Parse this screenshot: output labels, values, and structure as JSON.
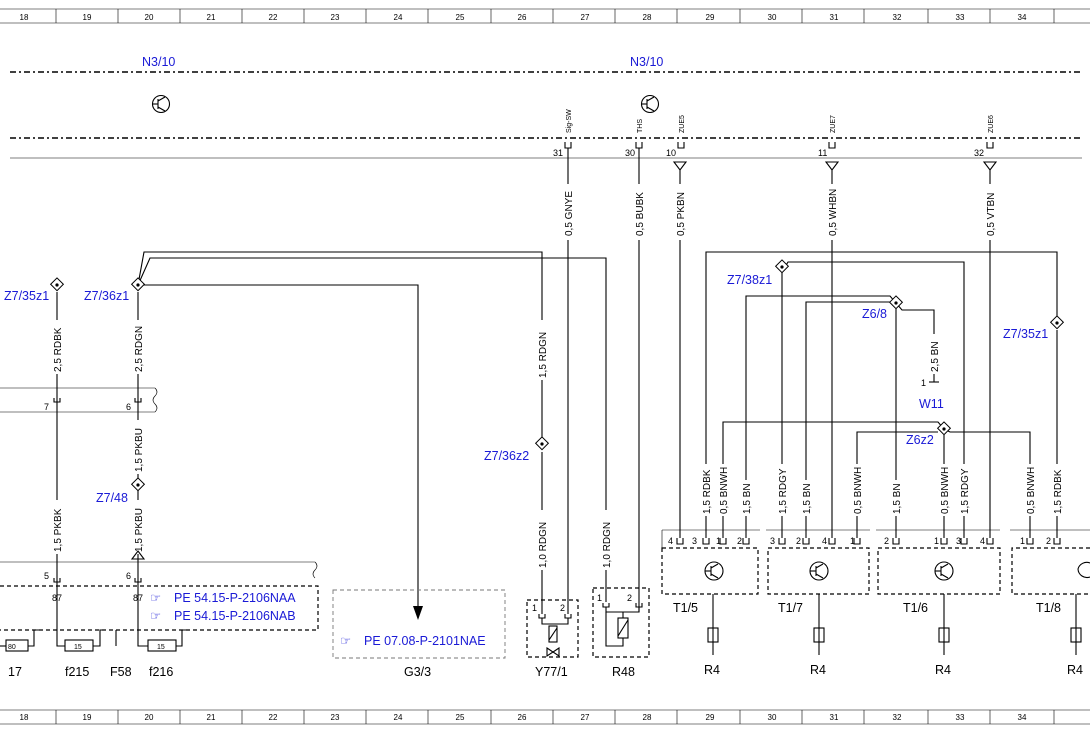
{
  "ruler": {
    "numbers": [
      "18",
      "19",
      "20",
      "21",
      "22",
      "23",
      "24",
      "25",
      "26",
      "27",
      "28",
      "29",
      "30",
      "31",
      "32",
      "33",
      "34"
    ]
  },
  "modules": {
    "left": "N3/10",
    "right": "N3/10"
  },
  "signals": {
    "sig_sw": "Sig-SW",
    "ths": "THS",
    "zue5": "ZUE5",
    "zue7": "ZUE7",
    "zue6": "ZUE6"
  },
  "pins": {
    "p31": "31",
    "p30": "30",
    "p10": "10",
    "p11": "11",
    "p32": "32"
  },
  "wires": {
    "gnye": "0,5 GNYE",
    "bubk": "0,5 BUBK",
    "pkbn": "0,5 PKBN",
    "whbn": "0,5 WHBN",
    "vtbn": "0,5 VTBN",
    "rdbk_left": "2,5 RDBK",
    "rdgn_left": "2,5 RDGN",
    "pkbk": "1,5 PKBK",
    "pkbu_a": "1,5 PKBU",
    "pkbu_b": "1,5 PKBU",
    "rdgn_15": "1,5 RDGN",
    "rdgn_10a": "1,0 RDGN",
    "rdgn_10b": "1,0 RDGN",
    "bn_w11": "2,5 BN",
    "t15_rdbk": "1,5 RDBK",
    "t15_bnwh": "0,5 BNWH",
    "t15_bn": "1,5 BN",
    "t17_rdgy": "1,5 RDGY",
    "t17_bn": "1,5 BN",
    "t17_bnwh": "0,5 BNWH",
    "t16_bn": "1,5 BN",
    "t16_bnwh": "0,5 BNWH",
    "t16_rdgy": "1,5 RDGY",
    "t18_bnwh": "0,5 BNWH",
    "t18_rdbk": "1,5 RDBK"
  },
  "splices": {
    "z7_35z1_left": "Z7/35z1",
    "z7_36z1": "Z7/36z1",
    "z7_48": "Z7/48",
    "z7_36z2": "Z7/36z2",
    "z7_38z1": "Z7/38z1",
    "z6_8": "Z6/8",
    "z7_35z1_right": "Z7/35z1",
    "z6z2": "Z6z2"
  },
  "connector": {
    "pin7": "7",
    "pin6": "6",
    "pin5": "5",
    "pin6b": "6",
    "p87a": "87",
    "p87b": "87"
  },
  "references": {
    "ref_a": "PE 54.15-P-2106NAA",
    "ref_b": "PE 54.15-P-2106NAB",
    "ref_g33": "PE 07.08-P-2101NAE"
  },
  "fuses": {
    "f_left": "80",
    "f215": "15",
    "f216": "15",
    "n17": "17",
    "lbl_f215": "f215",
    "lbl_f58": "F58",
    "lbl_f216": "f216"
  },
  "components": {
    "g33": "G3/3",
    "y771": "Y77/1",
    "r48": "R48",
    "w11": "W11",
    "w11_pin": "1",
    "t15": "T1/5",
    "t17": "T1/7",
    "t16": "T1/6",
    "t18": "T1/8",
    "r4a": "R4",
    "r4b": "R4",
    "r4c": "R4",
    "r4d": "R4"
  },
  "coil_pins": {
    "t15": [
      "4",
      "3",
      "1",
      "2"
    ],
    "t17": [
      "3",
      "2",
      "4",
      "1"
    ],
    "t16": [
      "2",
      "1",
      "3",
      "4"
    ],
    "t18": [
      "1",
      "2"
    ],
    "y771": [
      "1",
      "2"
    ],
    "r48": [
      "1",
      "2"
    ]
  }
}
